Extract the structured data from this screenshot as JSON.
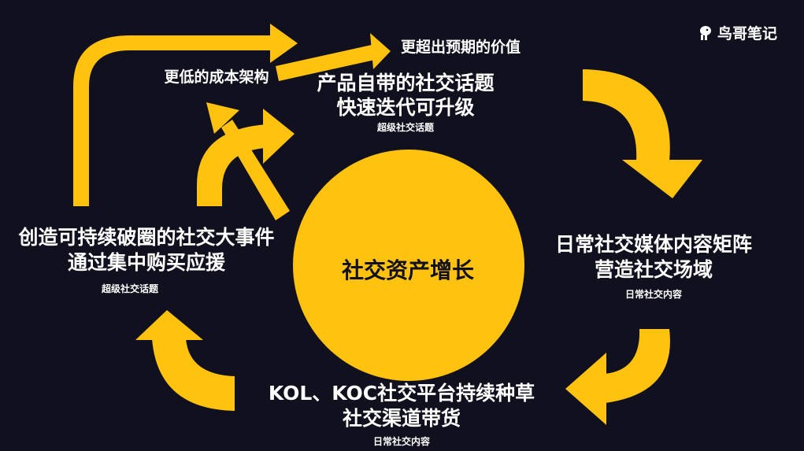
{
  "logo": {
    "text": "鸟哥笔记",
    "icon": "bird-icon"
  },
  "colors": {
    "background": "#10101f",
    "accent": "#ffc20e",
    "text": "#ffffff"
  },
  "center": {
    "label": "社交资产增长"
  },
  "nodes": {
    "top": {
      "title_line1": "产品自带的社交话题",
      "title_line2": "快速迭代可升级",
      "tag": "超级社交话题"
    },
    "right": {
      "title_line1": "日常社交媒体内容矩阵",
      "title_line2": "营造社交场域",
      "tag": "日常社交内容"
    },
    "bottom": {
      "title_line1": "KOL、KOC社交平台持续种草",
      "title_line2": "社交渠道带货",
      "tag": "日常社交内容"
    },
    "left": {
      "title_line1": "创造可持续破圈的社交大事件",
      "title_line2": "通过集中购买应援",
      "tag": "超级社交话题"
    }
  },
  "annotations": {
    "lower_cost": "更低的成本架构",
    "higher_value": "更超出预期的价值"
  }
}
